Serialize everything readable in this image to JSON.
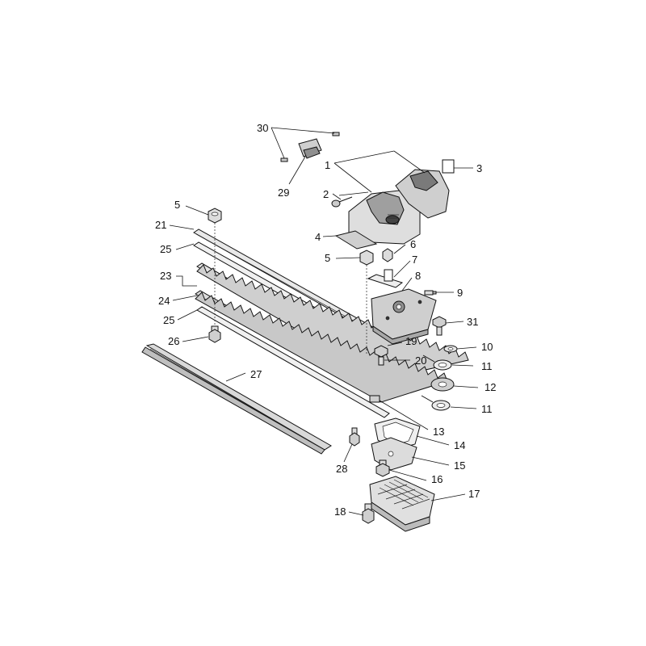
{
  "diagram": {
    "callouts": [
      "1",
      "2",
      "3",
      "4",
      "5",
      "5",
      "6",
      "7",
      "8",
      "9",
      "10",
      "11",
      "11",
      "12",
      "13",
      "14",
      "15",
      "16",
      "17",
      "18",
      "19",
      "20",
      "21",
      "23",
      "24",
      "25",
      "25",
      "26",
      "27",
      "28",
      "29",
      "30",
      "31"
    ]
  }
}
